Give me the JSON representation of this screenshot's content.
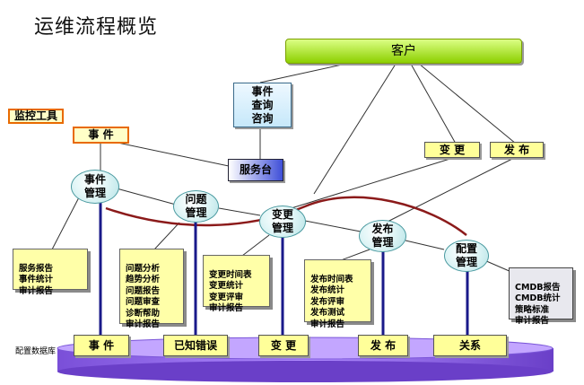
{
  "title": "运维流程概览",
  "customer": "客户",
  "query_box": "事件\n查询\n咨询",
  "monitor_tool": "监控工具",
  "incident_top": "事 件",
  "service_desk": "服务台",
  "change_top": "变 更",
  "release_top": "发 布",
  "processes": [
    {
      "label": "事件\n管理"
    },
    {
      "label": "问题\n管理"
    },
    {
      "label": "变更\n管理"
    },
    {
      "label": "发布\n管理"
    },
    {
      "label": "配置\n管理"
    }
  ],
  "notes": [
    "服务报告\n事件统计\n审计报告",
    "问题分析\n趋势分析\n问题报告\n问题审查\n诊断帮助\n审计报告",
    "变更时间表\n变更统计\n变更评审\n审计报告",
    "发布时间表\n发布统计\n发布评审\n发布测试\n审计报告",
    "CMDB报告\nCMDB统计\n策略标准\n审计报告"
  ],
  "cmdb_label": "配置数据库",
  "db_items": [
    "事 件",
    "已知错误",
    "变 更",
    "发 布",
    "关系"
  ]
}
